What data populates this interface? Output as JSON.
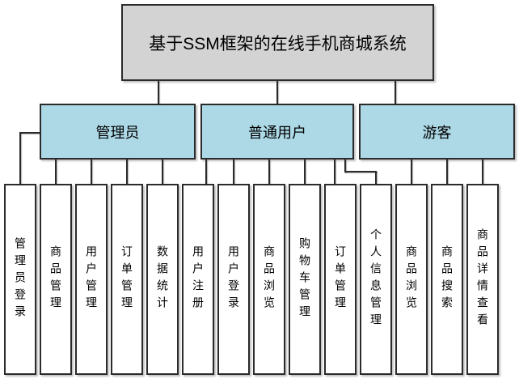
{
  "diagram": {
    "root": "基于SSM框架的在线手机商城系统",
    "branches": [
      {
        "label": "管理员",
        "children": [
          "管理员登录",
          "商品管理",
          "用户管理",
          "订单管理",
          "数据统计"
        ]
      },
      {
        "label": "普通用户",
        "children": [
          "用户注册",
          "用户登录",
          "商品浏览",
          "购物车管理",
          "订单管理",
          "个人信息管理"
        ]
      },
      {
        "label": "游客",
        "children": [
          "商品浏览",
          "商品搜索",
          "商品详情查看"
        ]
      }
    ],
    "colors": {
      "root_fill": "#d3d3d3",
      "branch_fill": "#add8e6",
      "leaf_fill": "#ffffff",
      "line": "#2b2b2b",
      "background": "#ffffff"
    }
  }
}
